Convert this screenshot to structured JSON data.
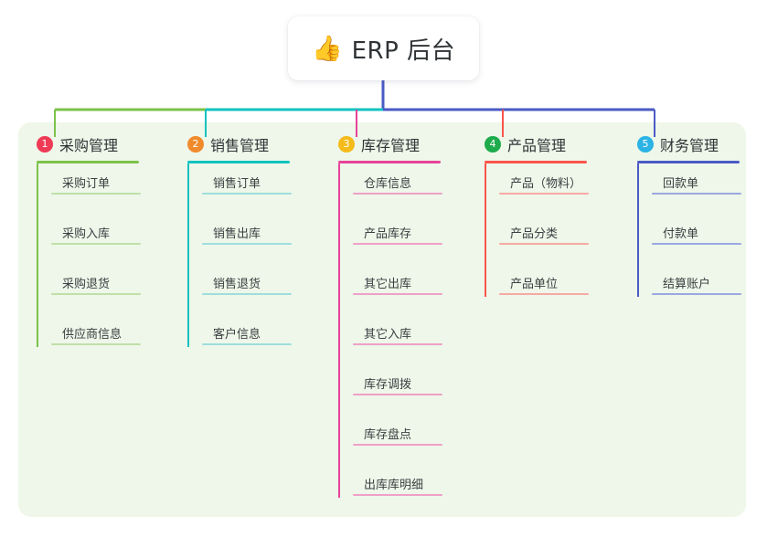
{
  "diagram": {
    "title": "ERP 后台",
    "root": {
      "icon": "thumbs-up-icon",
      "glyph": "👍",
      "label": "ERP 后台"
    },
    "panel_color": "#eef7e9",
    "columns": [
      {
        "number": "1",
        "label": "采购管理",
        "badge_color": "#ef3b56",
        "line_color": "#7cc24a",
        "leaf_line_color": "#bfe0a8",
        "items": [
          "采购订单",
          "采购入库",
          "采购退货",
          "供应商信息"
        ]
      },
      {
        "number": "2",
        "label": "销售管理",
        "badge_color": "#f08a2b",
        "line_color": "#10c3c0",
        "leaf_line_color": "#9ddedd",
        "items": [
          "销售订单",
          "销售出库",
          "销售退货",
          "客户信息"
        ]
      },
      {
        "number": "3",
        "label": "库存管理",
        "badge_color": "#f5bb1b",
        "line_color": "#e8429a",
        "leaf_line_color": "#efa0c8",
        "items": [
          "仓库信息",
          "产品库存",
          "其它出库",
          "其它入库",
          "库存调拨",
          "库存盘点",
          "出库库明细"
        ]
      },
      {
        "number": "4",
        "label": "产品管理",
        "badge_color": "#1eab4b",
        "line_color": "#f9554c",
        "leaf_line_color": "#f7a9a3",
        "items": [
          "产品（物料）",
          "产品分类",
          "产品单位"
        ]
      },
      {
        "number": "5",
        "label": "财务管理",
        "badge_color": "#2bb3e4",
        "line_color": "#4a5bc4",
        "leaf_line_color": "#9aa7e0",
        "items": [
          "回款单",
          "付款单",
          "结算账户"
        ]
      }
    ],
    "trunk": {
      "color": "#4a5bc4",
      "bus_segments": [
        {
          "color": "#7cc24a"
        },
        {
          "color": "#10c3c0"
        },
        {
          "color": "#4a5bc4"
        }
      ]
    }
  }
}
